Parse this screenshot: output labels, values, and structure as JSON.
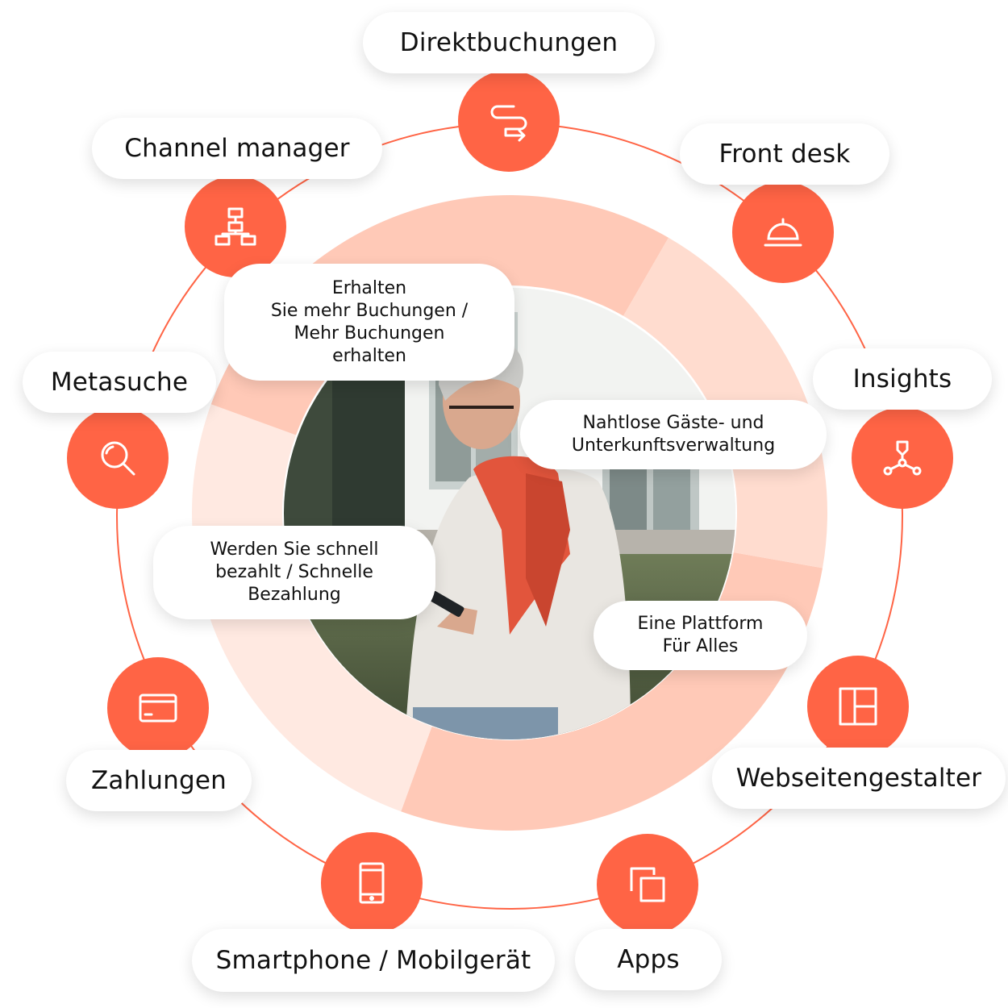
{
  "accent_color": "#ff6445",
  "ring_colors": [
    "#ffc9b7",
    "#ffdccf",
    "#ffe9e1"
  ],
  "modules": [
    {
      "key": "direkt",
      "label": "Direktbuchungen",
      "icon": "route-arrow-icon"
    },
    {
      "key": "front",
      "label": "Front desk",
      "icon": "service-bell-icon"
    },
    {
      "key": "insights",
      "label": "Insights",
      "icon": "analytics-nodes-icon"
    },
    {
      "key": "web",
      "label": "Webseitengestalter",
      "icon": "layout-grid-icon"
    },
    {
      "key": "apps",
      "label": "Apps",
      "icon": "stacked-windows-icon"
    },
    {
      "key": "phone",
      "label": "Smartphone / Mobilgerät",
      "icon": "smartphone-icon"
    },
    {
      "key": "pay",
      "label": "Zahlungen",
      "icon": "payment-card-icon"
    },
    {
      "key": "meta",
      "label": "Metasuche",
      "icon": "magnifier-icon"
    },
    {
      "key": "channel",
      "label": "Channel manager",
      "icon": "sitemap-icon"
    }
  ],
  "benefits": {
    "buchungen": {
      "lines": [
        "Erhalten",
        "Sie mehr Buchungen /",
        "Mehr Buchungen",
        "erhalten"
      ]
    },
    "verwaltung": {
      "lines": [
        "Nahtlose Gäste- und",
        "Unterkunftsverwaltung"
      ]
    },
    "bezahlung": {
      "lines": [
        "Werden Sie schnell",
        "bezahlt / Schnelle",
        "Bezahlung"
      ]
    },
    "plattform": {
      "lines": [
        "Eine Plattform",
        "Für Alles"
      ]
    }
  }
}
